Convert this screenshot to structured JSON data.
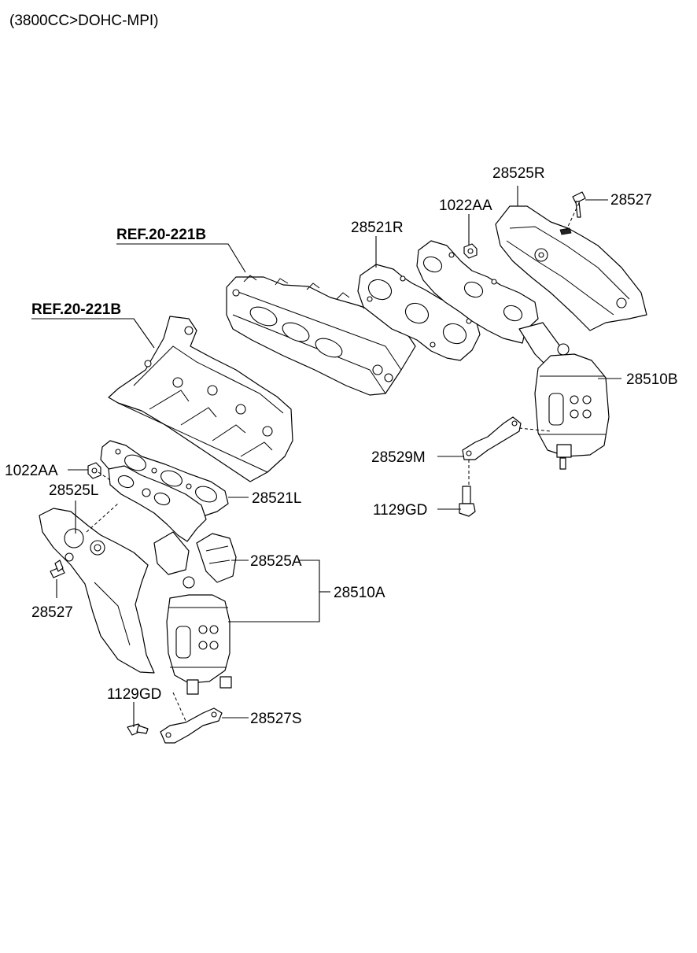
{
  "header": {
    "engine_spec": "(3800CC>DOHC-MPI)"
  },
  "references": {
    "ref_right": "REF.20-221B",
    "ref_left": "REF.20-221B"
  },
  "labels": {
    "heat_protector_rh": "28525R",
    "nut_rh": "1022AA",
    "bolt_rh": "28527",
    "gasket_rh": "28521R",
    "manifold_converter_rh": "28510B",
    "stay_rh": "28529M",
    "bolt_stay_rh": "1129GD",
    "nut_lh": "1022AA",
    "heat_protector_lh": "28525L",
    "gasket_lh": "28521L",
    "heat_protector_a": "28525A",
    "manifold_converter_lh": "28510A",
    "bolt_lh": "28527",
    "bolt_stay_lh": "1129GD",
    "stay_lh": "28527S"
  }
}
